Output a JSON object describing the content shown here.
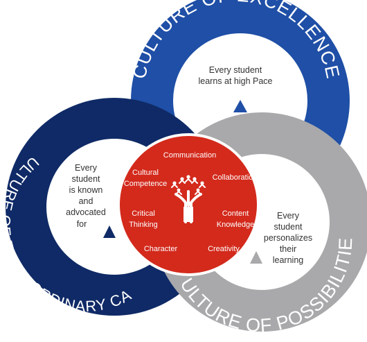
{
  "colors": {
    "excellence": "#1f4fa6",
    "care": "#0f2a66",
    "possibilities": "#a9a9ab",
    "center": "#d32a1c",
    "text_dark": "#333333"
  },
  "excellence": {
    "ring_label": "CULTURE OF EXCELLENCE",
    "statement": [
      "Every student",
      "learns at high Pace"
    ]
  },
  "care": {
    "ring_label": "CULTURE OF EXTRAORDINARY CARE",
    "statement": [
      "Every",
      "student",
      "is known",
      "and",
      "advocated",
      "for"
    ]
  },
  "possibilities": {
    "ring_label": "CULTURE OF POSSIBILITIES",
    "statement": [
      "Every",
      "student",
      "personalizes",
      "their",
      "learning"
    ]
  },
  "center": {
    "icon": "tree-of-people-icon",
    "skills": {
      "communication": "Communication",
      "cultural": [
        "Cultural",
        "Competence"
      ],
      "collaboration": "Collaboration",
      "critical": [
        "Critical",
        "Thinking"
      ],
      "content": [
        "Content",
        "Knowledge"
      ],
      "character": "Character",
      "creativity": "Creativity"
    }
  }
}
